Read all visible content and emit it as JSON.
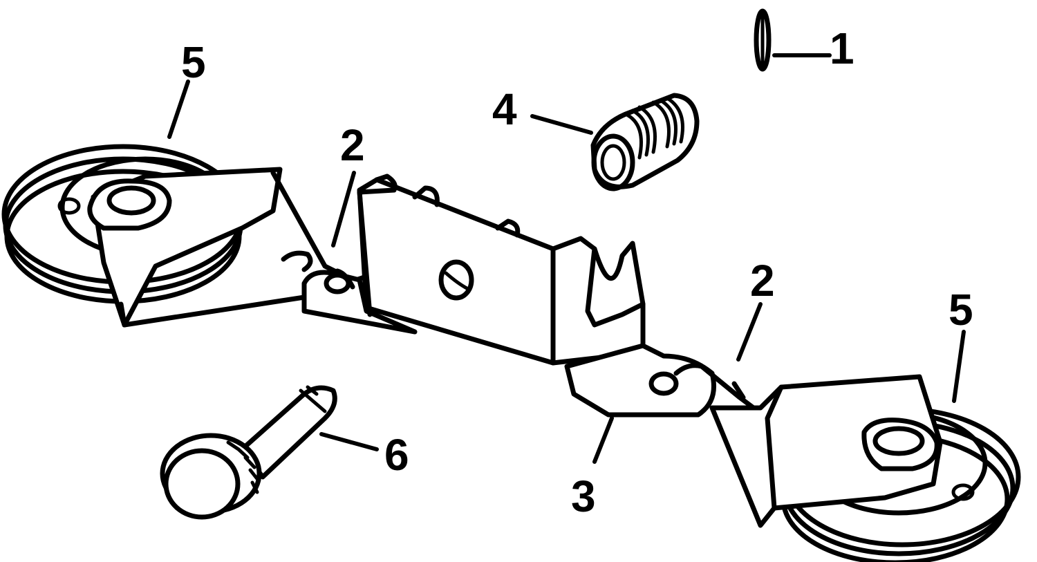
{
  "callouts": [
    {
      "id": "pin",
      "label": "1"
    },
    {
      "id": "hook-left",
      "label": "2"
    },
    {
      "id": "hook-right",
      "label": "2"
    },
    {
      "id": "bracket",
      "label": "3"
    },
    {
      "id": "spring",
      "label": "4"
    },
    {
      "id": "pulley-left",
      "label": "5"
    },
    {
      "id": "pulley-right",
      "label": "5"
    },
    {
      "id": "knob-bolt",
      "label": "6"
    }
  ],
  "colors": {
    "ink": "#000000",
    "paper": "#ffffff"
  }
}
